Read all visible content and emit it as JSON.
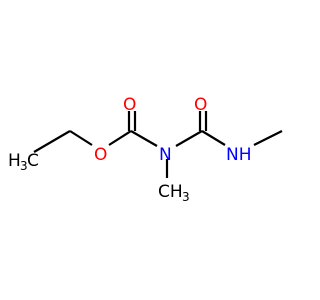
{
  "molecule": {
    "atoms": {
      "methyl_left": {
        "main": "H",
        "sub": "3",
        "tail": "C"
      },
      "ester_oxygen": {
        "label": "O"
      },
      "carbonyl_oxygen_left": {
        "label": "O"
      },
      "nitrogen_center": {
        "label": "N"
      },
      "carbonyl_oxygen_right": {
        "label": "O"
      },
      "nitrogen_right": {
        "label": "NH"
      },
      "methyl_bottom": {
        "main": "CH",
        "sub": "3"
      }
    },
    "colors": {
      "oxygen": "#ff0000",
      "nitrogen": "#0000ff",
      "bond": "#000000",
      "background": "#ffffff"
    }
  }
}
